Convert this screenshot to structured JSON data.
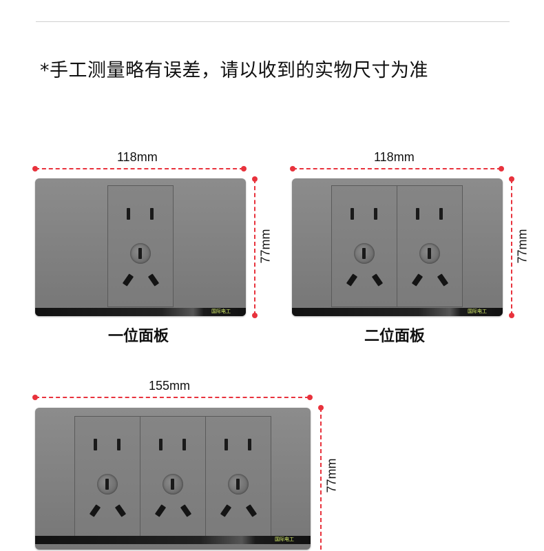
{
  "note": "*手工测量略有误差，请以收到的实物尺寸为准",
  "panels": [
    {
      "width_label": "118mm",
      "height_label": "77mm",
      "caption": "一位面板",
      "brand": "国际电工"
    },
    {
      "width_label": "118mm",
      "height_label": "77mm",
      "caption": "二位面板",
      "brand": "国际电工"
    },
    {
      "width_label": "155mm",
      "height_label": "77mm",
      "caption": "",
      "brand": "国际电工"
    }
  ],
  "colors": {
    "dimension": "#e8323c",
    "panel": "#818181"
  },
  "icons": [
    "socket-icon"
  ]
}
